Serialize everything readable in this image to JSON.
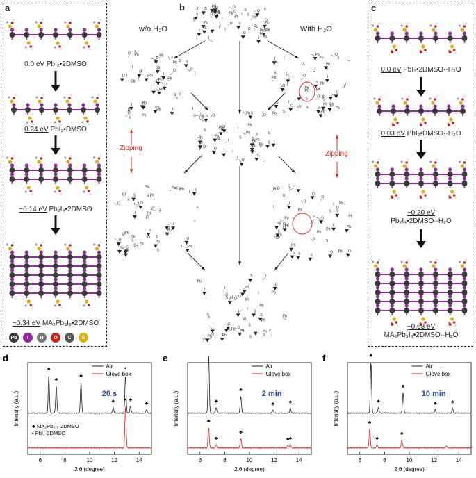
{
  "panel_a": {
    "label": "a",
    "steps": [
      {
        "energy": "0.0 eV",
        "formula": "PbI₂•2DMSO"
      },
      {
        "energy": "0.24 eV",
        "formula": "PbI₂•DMSO"
      },
      {
        "energy": "−0.14 eV",
        "formula": "Pb₂I₄•2DMSO"
      },
      {
        "energy": "−0.34 eV",
        "formula": "MA₂Pb₃I₈•2DMSO"
      }
    ],
    "atom_legend": [
      {
        "symbol": "Pb",
        "color": "#3a3a3a"
      },
      {
        "symbol": "I",
        "color": "#8e2a9a"
      },
      {
        "symbol": "H",
        "color": "#777777"
      },
      {
        "symbol": "O",
        "color": "#cc1f1f"
      },
      {
        "symbol": "C",
        "color": "#555555"
      },
      {
        "symbol": "S",
        "color": "#d7b015"
      }
    ]
  },
  "panel_b": {
    "label": "b",
    "left_title": "w/o H₂O",
    "right_title": "With H₂O",
    "zipping_left": "Zipping",
    "zipping_right": "Zipping"
  },
  "panel_c": {
    "label": "c",
    "steps": [
      {
        "energy": "0.0 eV",
        "formula": "PbI₂•2DMSO··H₂O"
      },
      {
        "energy": "0.03 eV",
        "formula": "PbI₂•DMSO··H₂O"
      },
      {
        "energy": "−0.20 eV",
        "formula": "Pb₂I₄•2DMSO··H₂O"
      },
      {
        "energy": "−0.63 eV",
        "formula": "MA₂Pb₃I₈•2DMSO··H₂O"
      }
    ]
  },
  "colors": {
    "air": "#222222",
    "glovebox": "#e0201a",
    "timelabel": "#2a4a9a",
    "zipping": "#e0201a"
  },
  "chart_data": [
    {
      "panel": "d",
      "type": "line",
      "time_label": "20 s",
      "xlabel": "2 θ (degree)",
      "ylabel": "Intensity (a.u.)",
      "xlim": [
        5,
        15
      ],
      "xticks": [
        6,
        8,
        10,
        12,
        14
      ],
      "series": [
        {
          "name": "Air",
          "peaks": [
            [
              6.7,
              0.55
            ],
            [
              7.3,
              0.4
            ],
            [
              9.3,
              0.45
            ],
            [
              11.9,
              0.08
            ],
            [
              12.9,
              0.55
            ],
            [
              13.3,
              0.1
            ],
            [
              14.6,
              0.05
            ]
          ]
        },
        {
          "name": "Glove box",
          "peaks": [
            [
              12.9,
              0.6
            ]
          ]
        }
      ],
      "inner_legend": [
        "MA₂Pb₃I₈·2DMSO",
        "PbI₂·2DMSO"
      ]
    },
    {
      "panel": "e",
      "type": "line",
      "time_label": "2 min",
      "xlabel": "2 θ (degree)",
      "ylabel": "Intensity (a.u.)",
      "xlim": [
        5,
        15
      ],
      "xticks": [
        6,
        8,
        10,
        12,
        14
      ],
      "series": [
        {
          "name": "Air",
          "peaks": [
            [
              6.7,
              0.85
            ],
            [
              7.3,
              0.08
            ],
            [
              9.3,
              0.25
            ],
            [
              11.9,
              0.04
            ],
            [
              13.3,
              0.07
            ]
          ]
        },
        {
          "name": "Glove box",
          "peaks": [
            [
              6.7,
              0.3
            ],
            [
              7.3,
              0.05
            ],
            [
              9.3,
              0.14
            ],
            [
              13.1,
              0.04
            ],
            [
              13.3,
              0.05
            ]
          ]
        }
      ]
    },
    {
      "panel": "f",
      "type": "line",
      "time_label": "10 min",
      "xlabel": "2 θ (degree)",
      "ylabel": "Intensity (a.u.)",
      "xlim": [
        5,
        15
      ],
      "xticks": [
        6,
        8,
        10,
        12,
        14
      ],
      "series": [
        {
          "name": "Air",
          "peaks": [
            [
              6.9,
              0.75
            ],
            [
              7.5,
              0.08
            ],
            [
              9.5,
              0.3
            ],
            [
              12.1,
              0.05
            ],
            [
              13.5,
              0.07
            ]
          ]
        },
        {
          "name": "Glove box",
          "peaks": [
            [
              6.8,
              0.28
            ],
            [
              7.4,
              0.05
            ],
            [
              9.4,
              0.12
            ],
            [
              13.0,
              0.03
            ]
          ]
        }
      ]
    }
  ]
}
